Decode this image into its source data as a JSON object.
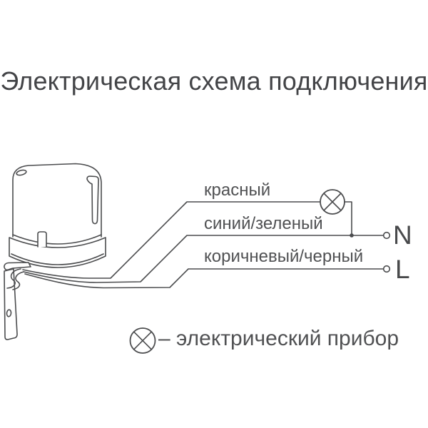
{
  "title": "Электрическая схема подключения",
  "device": {
    "name": "photocell-sensor-illustration"
  },
  "wires": [
    {
      "label": "красный"
    },
    {
      "label": "синий/зеленый"
    },
    {
      "label": "коричневый/черный"
    }
  ],
  "terminals": [
    {
      "label": "N"
    },
    {
      "label": "L"
    }
  ],
  "legend": {
    "symbol": "lamp-circle-x-icon",
    "text": "– электрический прибор"
  },
  "colors": {
    "background": "#ffffff",
    "stroke": "#4b4c4e",
    "label_text": "#505153",
    "title_text": "#434447"
  }
}
